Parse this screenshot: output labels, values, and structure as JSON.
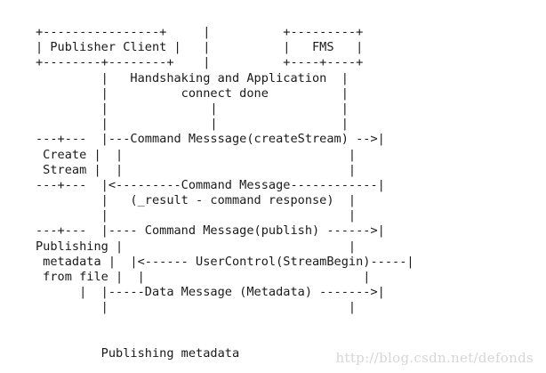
{
  "diagram": {
    "lines": [
      "+----------------+     |          +---------+",
      "| Publisher Client |   |          |   FMS   |",
      "+--------+--------+    |          +----+----+",
      "         |   Handshaking and Application  |",
      "         |          connect done          |",
      "         |              |                 |",
      "         |              |                 |",
      "---+---  |---Command Messsage(createStream) -->|",
      " Create |  |                               |",
      " Stream |  |                               |",
      "---+---  |<---------Command Message------------|",
      "         |   (_result - command response)  |",
      "         |                                 |",
      "---+---  |---- Command Message(publish) ------>|",
      "Publishing |                               |",
      " metadata |  |<------ UserControl(StreamBegin)-----|",
      " from file |  |                              |",
      "      |  |-----Data Message (Metadata) ------->|",
      "         |                                 |",
      "",
      "",
      "         Publishing metadata"
    ],
    "watermark": "http://blog.csdn.net/defonds"
  }
}
